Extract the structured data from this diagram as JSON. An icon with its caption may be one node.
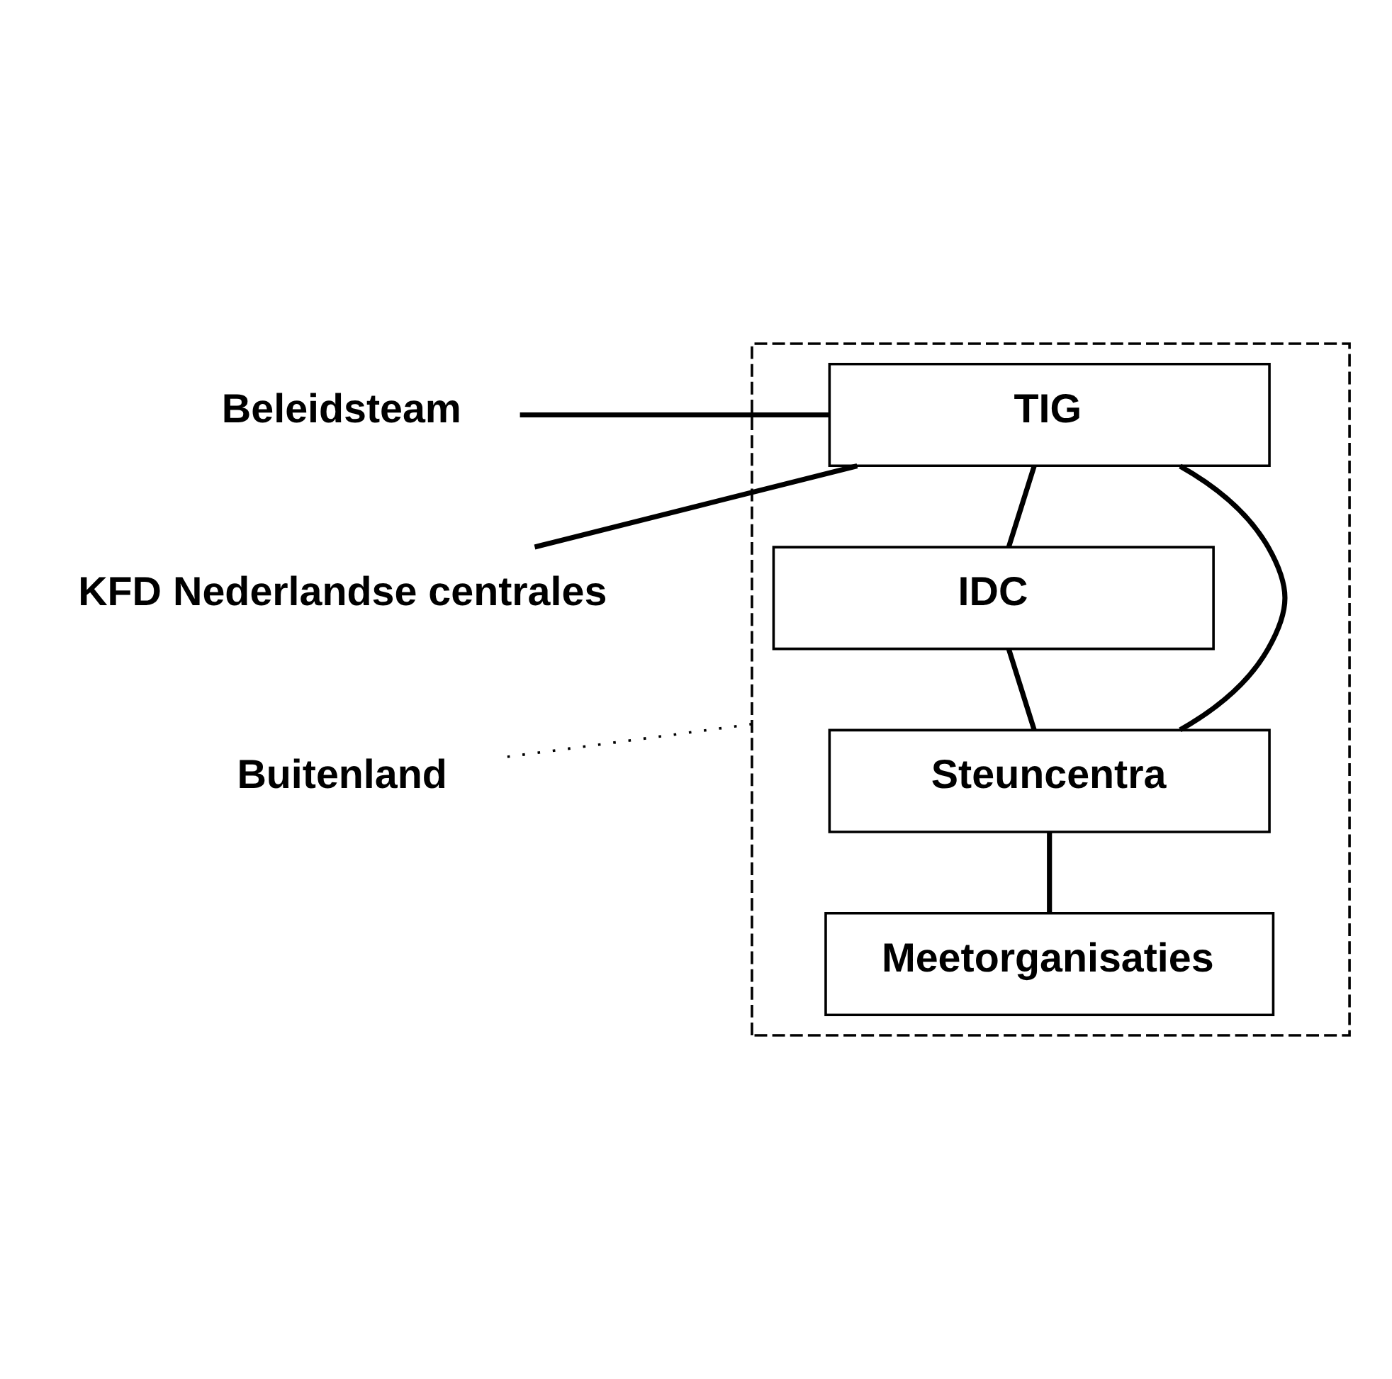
{
  "diagram": {
    "nodes": [
      {
        "text": [
          "Beleidsteam"
        ]
      },
      {
        "text": [],
        "shape": "box"
      },
      {
        "text": [
          "TIG"
        ],
        "in": 1
      },
      {
        "text": [
          "KFD Nederlandse centrales"
        ]
      },
      {
        "text": [
          "IDC"
        ],
        "in": 1
      },
      {
        "text": [
          "Buitenland"
        ]
      },
      {
        "text": [
          "Steuncentra"
        ],
        "in": 1
      },
      {
        "text": [
          "Meetorganisaties"
        ],
        "in": 1
      }
    ],
    "edges": [
      {
        "from": 0,
        "to": 2,
        "arrow": "none"
      },
      {
        "from": 2,
        "to": 3,
        "arrow": "none"
      },
      {
        "from": 2,
        "to": 4,
        "arrow": "none"
      },
      {
        "from": 2,
        "to": 6,
        "arrow": "none"
      },
      {
        "from": 1,
        "to": 5,
        "arrow": "none",
        "style": "dashed"
      },
      {
        "from": 4,
        "to": 6,
        "arrow": "none"
      },
      {
        "from": 6,
        "to": 7,
        "arrow": "none"
      }
    ]
  }
}
